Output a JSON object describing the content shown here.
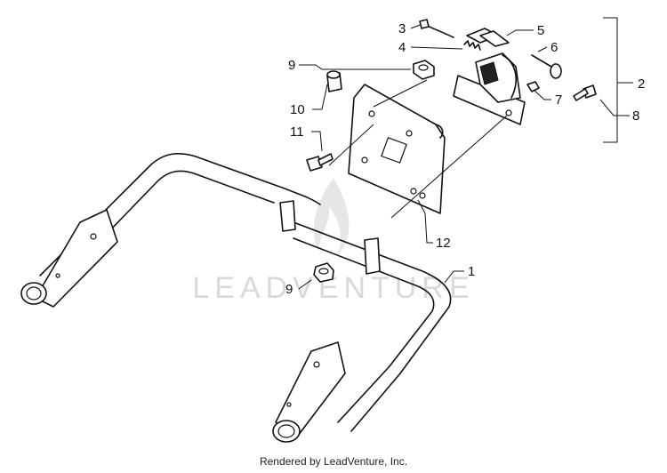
{
  "diagram": {
    "callouts": {
      "c1": "1",
      "c2": "2",
      "c3": "3",
      "c4": "4",
      "c5": "5",
      "c6": "6",
      "c7": "7",
      "c8": "8",
      "c9a": "9",
      "c9b": "9",
      "c10": "10",
      "c11": "11",
      "c12": "12"
    }
  },
  "watermark": {
    "text": "LEADVENTURE"
  },
  "footer": {
    "text": "Rendered by LeadVenture, Inc."
  }
}
